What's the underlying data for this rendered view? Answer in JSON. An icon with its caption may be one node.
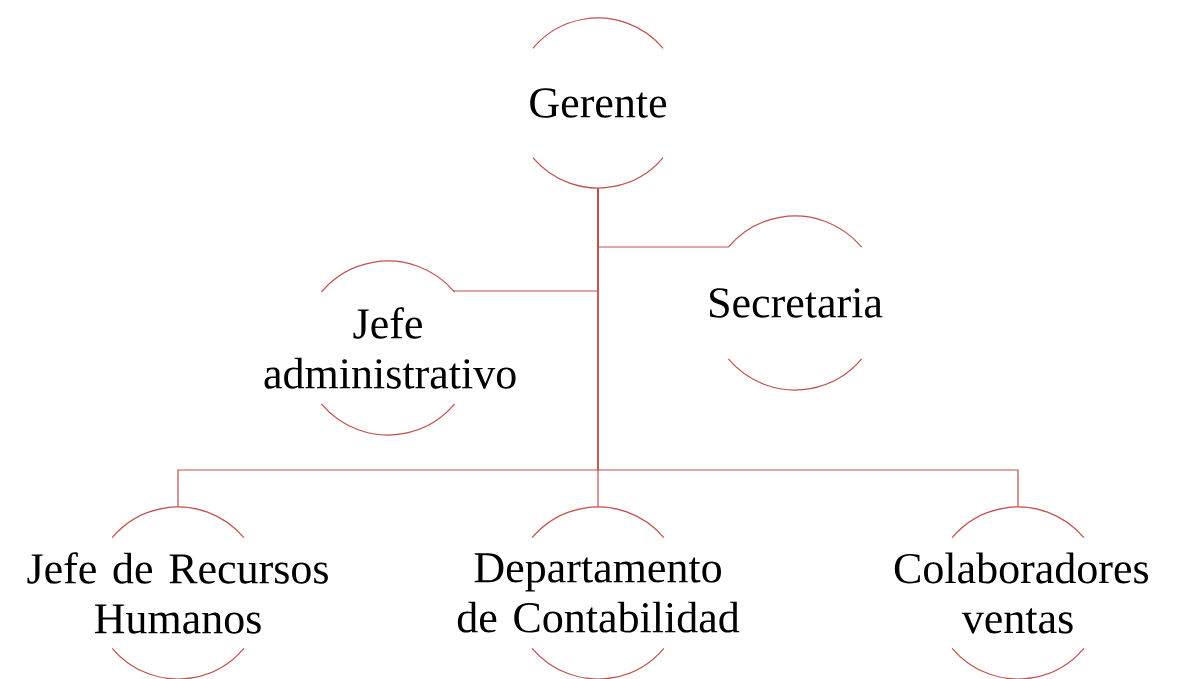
{
  "diagram": {
    "nodes": [
      {
        "text": [
          "Gerente"
        ]
      },
      {
        "text": [
          "Secretaria"
        ]
      },
      {
        "text": [
          "Jefe administrativo"
        ]
      },
      {
        "text": [
          "Jefe de Recursos Humanos"
        ]
      },
      {
        "text": [
          "Departamento de Contabilidad"
        ]
      },
      {
        "text": [
          "Colaboradores ventas"
        ]
      }
    ],
    "edges": [
      {
        "from": 0,
        "to": 1,
        "arrow": "none"
      },
      {
        "from": 0,
        "to": 2,
        "arrow": "none"
      },
      {
        "from": 0,
        "to": 3,
        "arrow": "none"
      },
      {
        "from": 0,
        "to": 4,
        "arrow": "none"
      },
      {
        "from": 0,
        "to": 5,
        "arrow": "none"
      }
    ]
  }
}
